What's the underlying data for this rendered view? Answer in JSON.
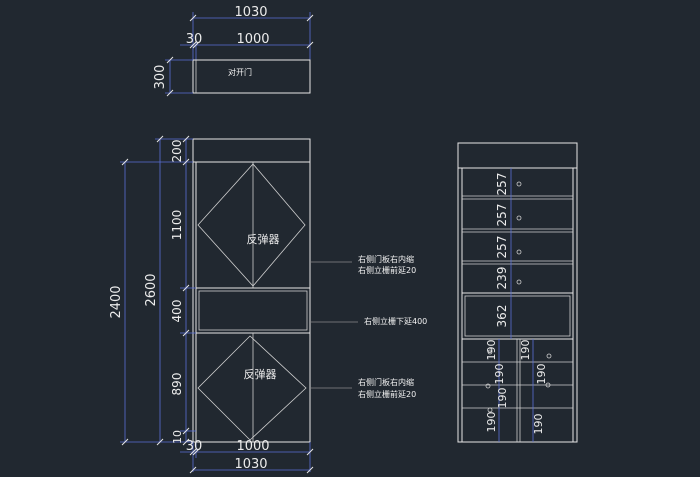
{
  "top_view": {
    "overall": "1030",
    "left_offset": "30",
    "width": "1000",
    "depth": "300",
    "label": "对开门"
  },
  "front_view": {
    "total_height": "2400",
    "cabinet_height": "2600",
    "seg_top": "200",
    "seg_upper": "1100",
    "seg_mid": "400",
    "seg_lower": "890",
    "seg_base": "10",
    "bottom_offset": "30",
    "bottom_width": "1000",
    "bottom_overall": "1030",
    "door_label_upper": "反弹器",
    "door_label_lower": "反弹器",
    "note_upper_line1": "右侧门板右内缩",
    "note_upper_line2": "右侧立栅前延20",
    "note_mid": "右侧立栅下延400",
    "note_lower_line1": "右侧门板右内缩",
    "note_lower_line2": "右侧立栅前延20"
  },
  "side_view": {
    "shelf_heights": [
      "257",
      "257",
      "257",
      "239",
      "362"
    ],
    "left_lower": [
      "190",
      "190",
      "190",
      "190"
    ],
    "right_lower": [
      "190",
      "190",
      "190"
    ]
  }
}
